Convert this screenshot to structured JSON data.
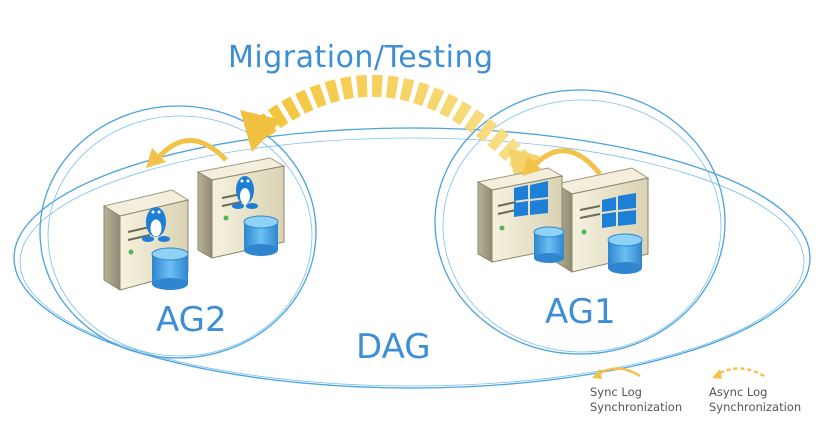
{
  "title": "Migration/Testing",
  "groups": {
    "left": "AG2",
    "right": "AG1",
    "outer": "DAG"
  },
  "legend": {
    "sync_line1": "Sync Log",
    "sync_line2": "Synchronization",
    "async_line1": "Async Log",
    "async_line2": "Synchronization"
  },
  "colors": {
    "ellipse": "#4aa3df",
    "label": "#3c8fd6",
    "arrow": "#f0c040",
    "server_body": "#ece7cf",
    "windows_logo": "#1e7fd6",
    "database": "#4aa8e8"
  },
  "servers": {
    "left_os": "linux-logo-icon",
    "right_os": "windows-logo-icon"
  }
}
